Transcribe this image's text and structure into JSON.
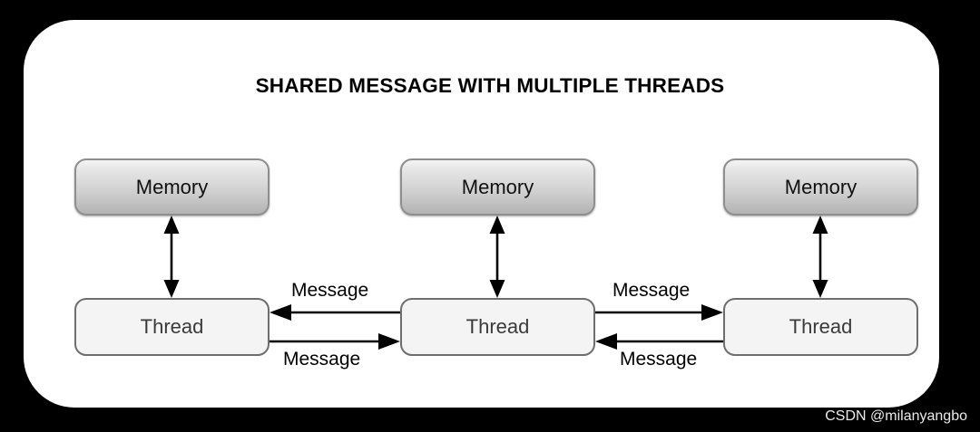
{
  "diagram": {
    "title": "SHARED MESSAGE WITH MULTIPLE THREADS",
    "background_color": "#000000",
    "panel_color": "#ffffff",
    "columns": [
      {
        "memory": {
          "label": "Memory"
        },
        "thread": {
          "label": "Thread"
        }
      },
      {
        "memory": {
          "label": "Memory"
        },
        "thread": {
          "label": "Thread"
        }
      },
      {
        "memory": {
          "label": "Memory"
        },
        "thread": {
          "label": "Thread"
        }
      }
    ],
    "vertical_links": [
      {
        "label": "",
        "direction": "both"
      },
      {
        "label": "",
        "direction": "both"
      },
      {
        "label": "",
        "direction": "both"
      }
    ],
    "message_links": [
      {
        "label": "Message",
        "direction": "left",
        "from": "thread-2",
        "to": "thread-1"
      },
      {
        "label": "Message",
        "direction": "right",
        "from": "thread-1",
        "to": "thread-2"
      },
      {
        "label": "Message",
        "direction": "right",
        "from": "thread-2",
        "to": "thread-3"
      },
      {
        "label": "Message",
        "direction": "left",
        "from": "thread-3",
        "to": "thread-2"
      }
    ],
    "watermark": "CSDN @milanyangbo",
    "colors": {
      "memory_fill_top": "#f4f4f4",
      "memory_fill_bottom": "#b3b3b3",
      "memory_border": "#8e8e8e",
      "thread_fill": "#f4f4f4",
      "thread_border": "#6e6e6e",
      "arrow": "#000000",
      "title_text": "#000000",
      "watermark_text": "#ffffff"
    }
  }
}
